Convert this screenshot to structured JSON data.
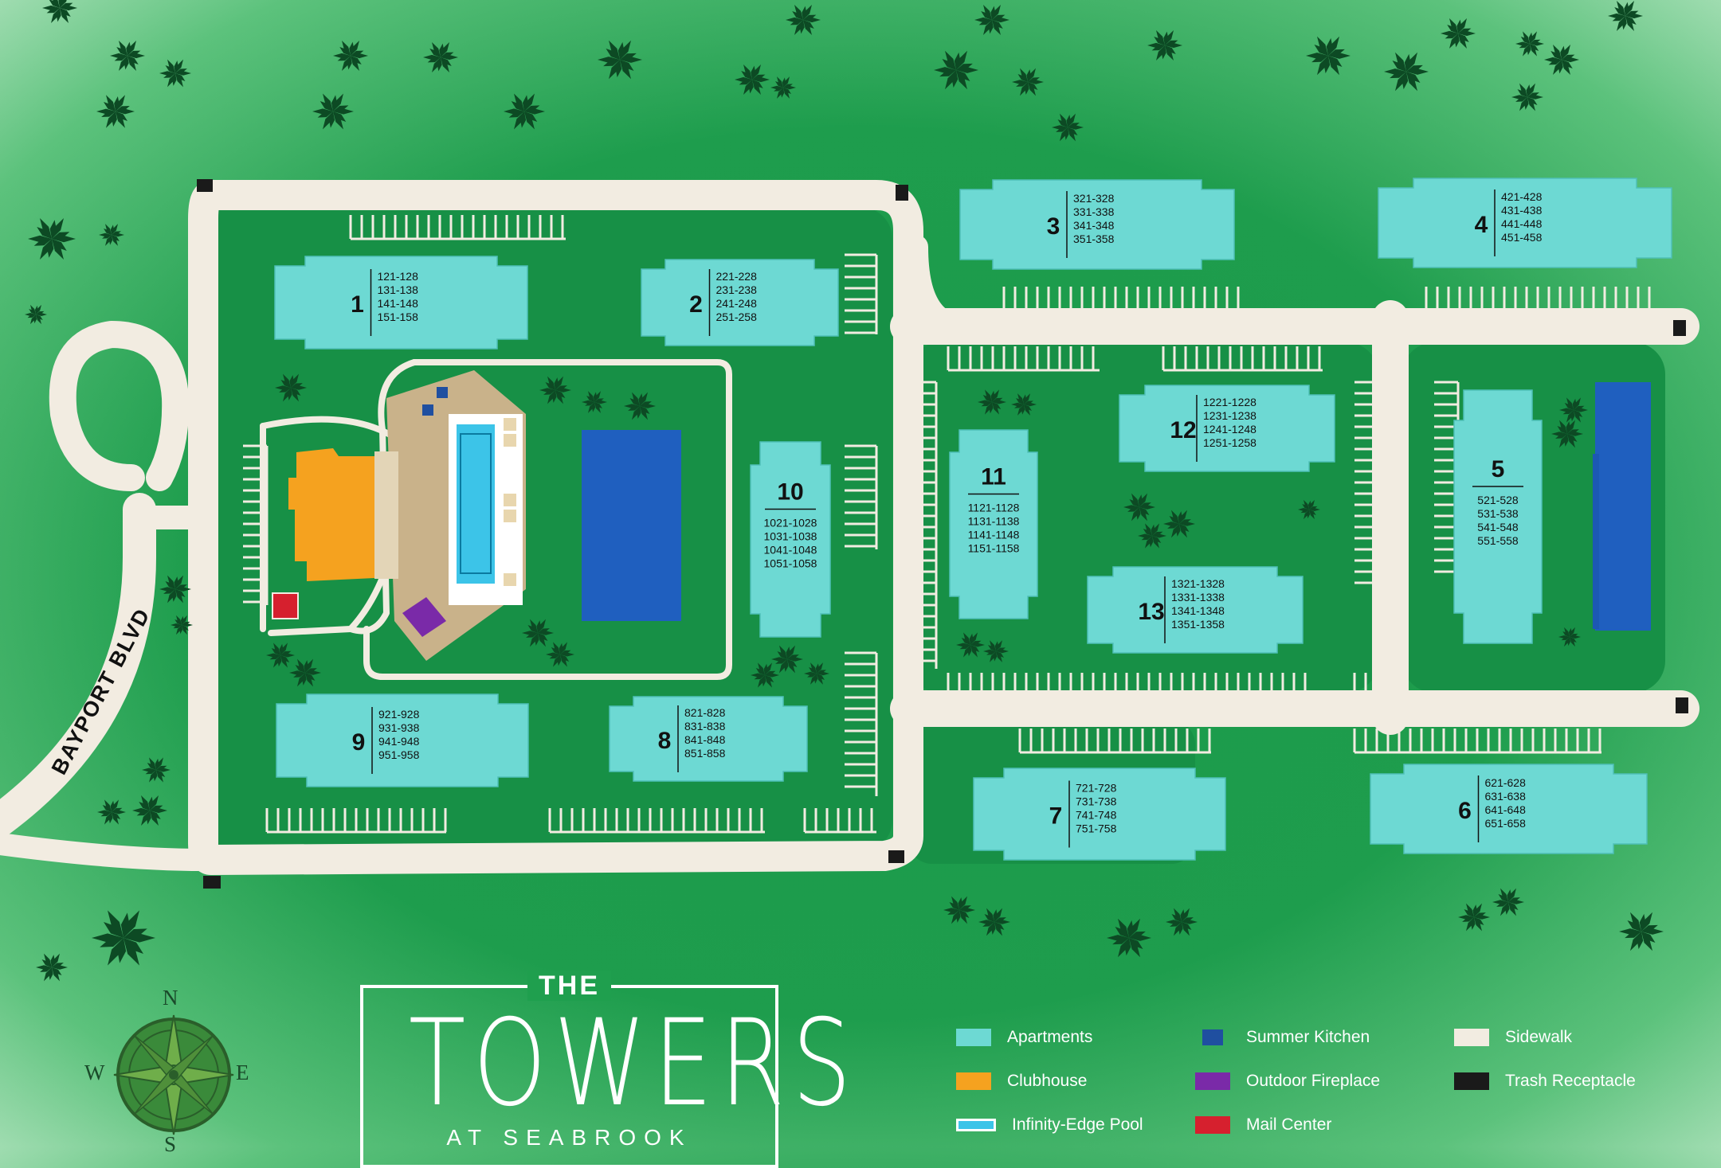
{
  "map_title": {
    "the": "THE",
    "main": "TOWERS",
    "sub": "AT SEABROOK"
  },
  "road_label": "BAYPORT BLVD",
  "compass": {
    "n": "N",
    "s": "S",
    "e": "E",
    "w": "W"
  },
  "buildings": [
    {
      "id": "1",
      "number": "1",
      "units": [
        "121-128",
        "131-138",
        "141-148",
        "151-158"
      ]
    },
    {
      "id": "2",
      "number": "2",
      "units": [
        "221-228",
        "231-238",
        "241-248",
        "251-258"
      ]
    },
    {
      "id": "3",
      "number": "3",
      "units": [
        "321-328",
        "331-338",
        "341-348",
        "351-358"
      ]
    },
    {
      "id": "4",
      "number": "4",
      "units": [
        "421-428",
        "431-438",
        "441-448",
        "451-458"
      ]
    },
    {
      "id": "5",
      "number": "5",
      "units": [
        "521-528",
        "531-538",
        "541-548",
        "551-558"
      ]
    },
    {
      "id": "6",
      "number": "6",
      "units": [
        "621-628",
        "631-638",
        "641-648",
        "651-658"
      ]
    },
    {
      "id": "7",
      "number": "7",
      "units": [
        "721-728",
        "731-738",
        "741-748",
        "751-758"
      ]
    },
    {
      "id": "8",
      "number": "8",
      "units": [
        "821-828",
        "831-838",
        "841-848",
        "851-858"
      ]
    },
    {
      "id": "9",
      "number": "9",
      "units": [
        "921-928",
        "931-938",
        "941-948",
        "951-958"
      ]
    },
    {
      "id": "10",
      "number": "10",
      "units": [
        "1021-1028",
        "1031-1038",
        "1041-1048",
        "1051-1058"
      ]
    },
    {
      "id": "11",
      "number": "11",
      "units": [
        "1121-1128",
        "1131-1138",
        "1141-1148",
        "1151-1158"
      ]
    },
    {
      "id": "12",
      "number": "12",
      "units": [
        "1221-1228",
        "1231-1238",
        "1241-1248",
        "1251-1258"
      ]
    },
    {
      "id": "13",
      "number": "13",
      "units": [
        "1321-1328",
        "1331-1338",
        "1341-1348",
        "1351-1358"
      ]
    }
  ],
  "legend": [
    {
      "label": "Apartments",
      "color": "#6dd9d3"
    },
    {
      "label": "Clubhouse",
      "color": "#f5a21f"
    },
    {
      "label": "Infinity-Edge Pool",
      "color": "#3cc4e8"
    },
    {
      "label": "Summer Kitchen",
      "color": "#1f4fa0"
    },
    {
      "label": "Outdoor Fireplace",
      "color": "#7a2aa8"
    },
    {
      "label": "Mail Center",
      "color": "#d6202e"
    },
    {
      "label": "Sidewalk",
      "color": "#f2ece1"
    },
    {
      "label": "Trash Receptacle",
      "color": "#1a1a1a"
    }
  ],
  "colors": {
    "grass": "#1e9d4d",
    "lawn": "#1a8a44",
    "sidewalk": "#f2ece1",
    "apartment": "#6dd9d3",
    "clubhouse": "#f5a21f",
    "pool": "#3cc4e8",
    "pond": "#1f5fbf",
    "deck": "#c9b28a",
    "trash": "#1a1a1a",
    "mail": "#d6202e",
    "fireplace": "#7a2aa8",
    "tree": "#0d4a24"
  }
}
